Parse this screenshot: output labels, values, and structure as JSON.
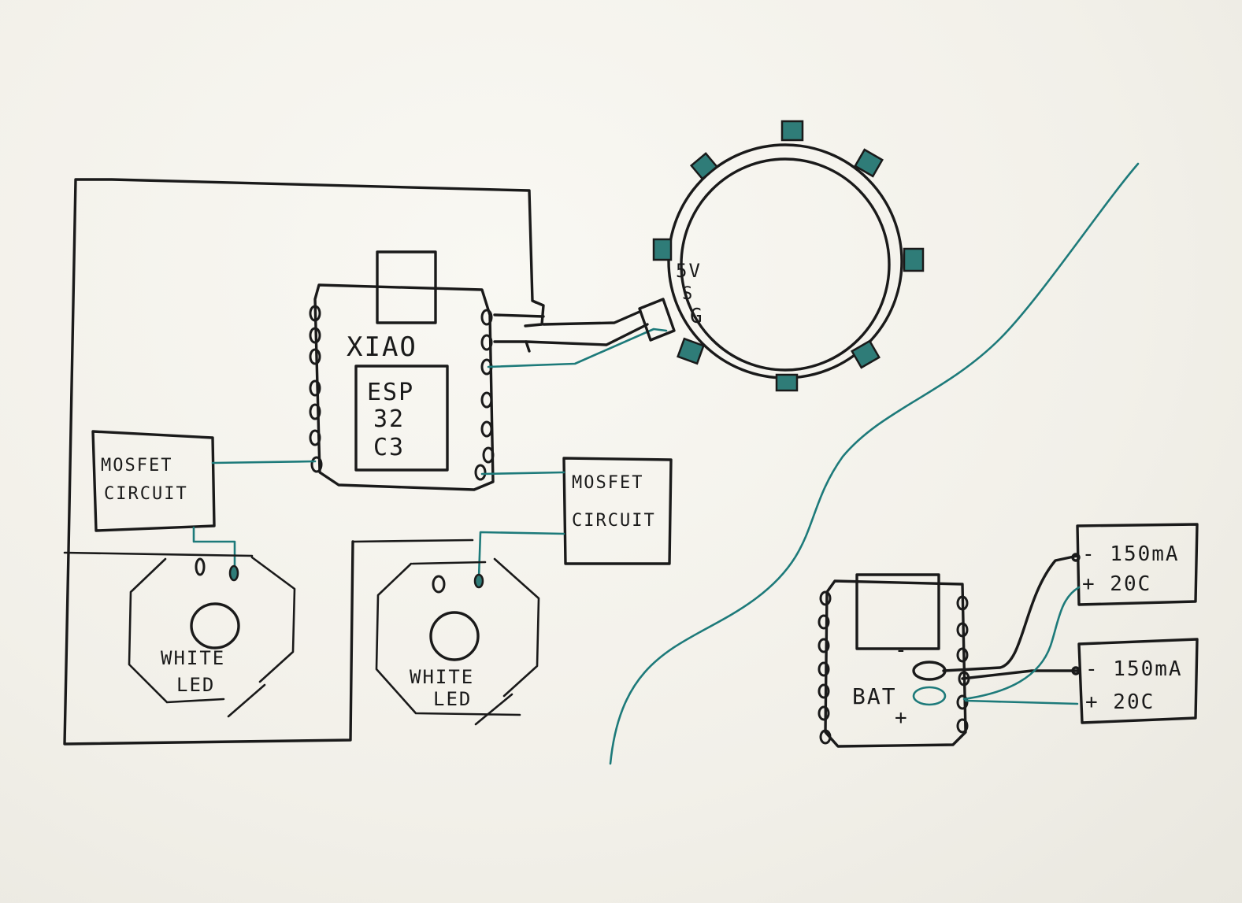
{
  "labels": {
    "xiao": "XIAO",
    "esp1": "ESP",
    "esp2": "32",
    "esp3": "C3",
    "mosfet_left_1": "MOSFET",
    "mosfet_left_2": "CIRCUIT",
    "mosfet_right_1": "MOSFET",
    "mosfet_right_2": "CIRCUIT",
    "led_left_1": "WHITE",
    "led_left_2": "LED",
    "led_right_1": "WHITE",
    "led_right_2": "LED",
    "ring_5v": "5V",
    "ring_s": "S",
    "ring_g": "G",
    "bat": "BAT",
    "bat_minus": "-",
    "bat_plus": "+",
    "cell1_line1": "- 150mA",
    "cell1_line2": "+ 20C",
    "cell2_line1": "- 150mA",
    "cell2_line2": "+ 20C"
  },
  "colors": {
    "ink": "#1a1a1a",
    "teal_ink": "#1d7a7a",
    "paper": "#f3f1ea"
  }
}
